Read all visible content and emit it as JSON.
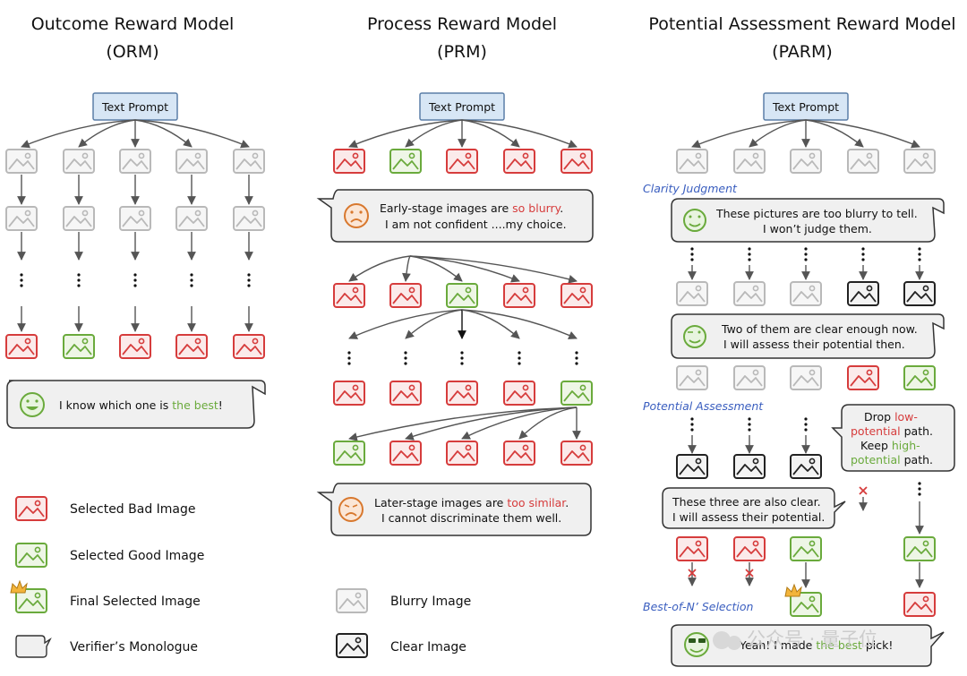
{
  "colors": {
    "bad": "#d63c3c",
    "good": "#6aaa3c",
    "blurry": "#b9b9b9",
    "clear": "#222222",
    "prompt_fill": "#d7e6f5",
    "prompt_stroke": "#5b7fa8",
    "stage": "#3a5ebf"
  },
  "orm": {
    "title_line1": "Outcome Reward Model",
    "title_line2": "(ORM)",
    "prompt": "Text Prompt",
    "bubble_pre": "I know which one is",
    "bubble_hl": "the best",
    "bubble_post": "!"
  },
  "prm": {
    "title_line1": "Process Reward Model",
    "title_line2": "(PRM)",
    "prompt": "Text Prompt",
    "b1_l1_pre": "Early-stage images  are",
    "b1_l1_hl": "so blurry",
    "b1_l1_post": ".",
    "b1_l2": "I am not confident ....my choice.",
    "b2_l1_pre": "Later-stage images are",
    "b2_l1_hl": "too similar",
    "b2_l1_post": ".",
    "b2_l2": "I cannot discriminate them well."
  },
  "parm": {
    "title_line1": "Potential Assessment Reward Model",
    "title_line2": "(PARM)",
    "prompt": "Text Prompt",
    "stage_clarity": "Clarity Judgment",
    "stage_potential": "Potential Assessment",
    "stage_best": "Best-of-N’ Selection",
    "b1_l1": "These pictures are too blurry to tell.",
    "b1_l2": "I won’t judge them.",
    "b2_l1": "Two of them are clear enough now.",
    "b2_l2": "I will assess their potential then.",
    "b3_l1": "Drop",
    "b3_l1_hl": "low-",
    "b3_l2_hl": "potential",
    "b3_l2": "path.",
    "b3_l3_pre": "Keep",
    "b3_l3_hl": "high-",
    "b3_l4_hl": "potential",
    "b3_l4": "path.",
    "b4_l1": "These three are also clear.",
    "b4_l2": "I will assess their potential.",
    "b5_pre": "Yeah! I made",
    "b5_hl": "the best",
    "b5_post": "pick!"
  },
  "legend": {
    "bad": "Selected Bad Image",
    "good": "Selected Good Image",
    "final": "Final Selected Image",
    "monologue": "Verifier’s Monologue",
    "blurry": "Blurry Image",
    "clear": "Clear Image"
  },
  "watermark": "公众号 · 量子位"
}
